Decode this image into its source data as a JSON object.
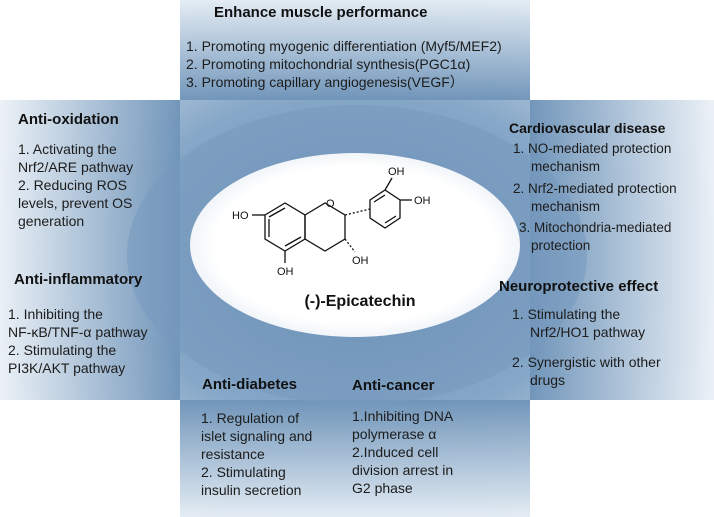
{
  "center": {
    "compound_name": "(-)-Epicatechin",
    "molecule_labels": {
      "oh_top": "OH",
      "oh_right": "OH",
      "ho_left": "HO",
      "oh_bottom": "OH",
      "oh_ring": "OH"
    }
  },
  "colors": {
    "panel_blue": "#7ea1c3",
    "panel_light": "#d7e3ee",
    "ellipse": "#ffffff"
  },
  "panels": {
    "muscle": {
      "title": "Enhance muscle performance",
      "items": [
        "1. Promoting myogenic differentiation (Myf5/MEF2)",
        "2. Promoting mitochondrial synthesis(PGC1α)",
        "3. Promoting capillary angiogenesis(VEGF）"
      ]
    },
    "oxidation": {
      "title": "Anti-oxidation",
      "items": [
        "1. Activating the",
        "Nrf2/ARE pathway",
        "2. Reducing ROS",
        "levels, prevent OS",
        "generation"
      ]
    },
    "inflammatory": {
      "title": "Anti-inflammatory",
      "items": [
        "1. Inhibiting the",
        "NF-κB/TNF-α pathway",
        "2. Stimulating the",
        "PI3K/AKT pathway"
      ]
    },
    "cardio": {
      "title": "Cardiovascular disease",
      "items": [
        "1. NO-mediated protection",
        "mechanism",
        "2. Nrf2-mediated protection",
        "mechanism",
        "3. Mitochondria-mediated",
        "protection"
      ]
    },
    "neuro": {
      "title": "Neuroprotective effect",
      "items": [
        "1. Stimulating the",
        "Nrf2/HO1 pathway",
        "2. Synergistic with other",
        "drugs"
      ]
    },
    "diabetes": {
      "title": "Anti-diabetes",
      "items": [
        "1. Regulation of",
        "islet signaling and",
        "resistance",
        "2. Stimulating",
        "insulin secretion"
      ]
    },
    "cancer": {
      "title": "Anti-cancer",
      "items": [
        "1.Inhibiting DNA",
        "polymerase α",
        "2.Induced cell",
        "division arrest in",
        "G2 phase"
      ]
    }
  }
}
